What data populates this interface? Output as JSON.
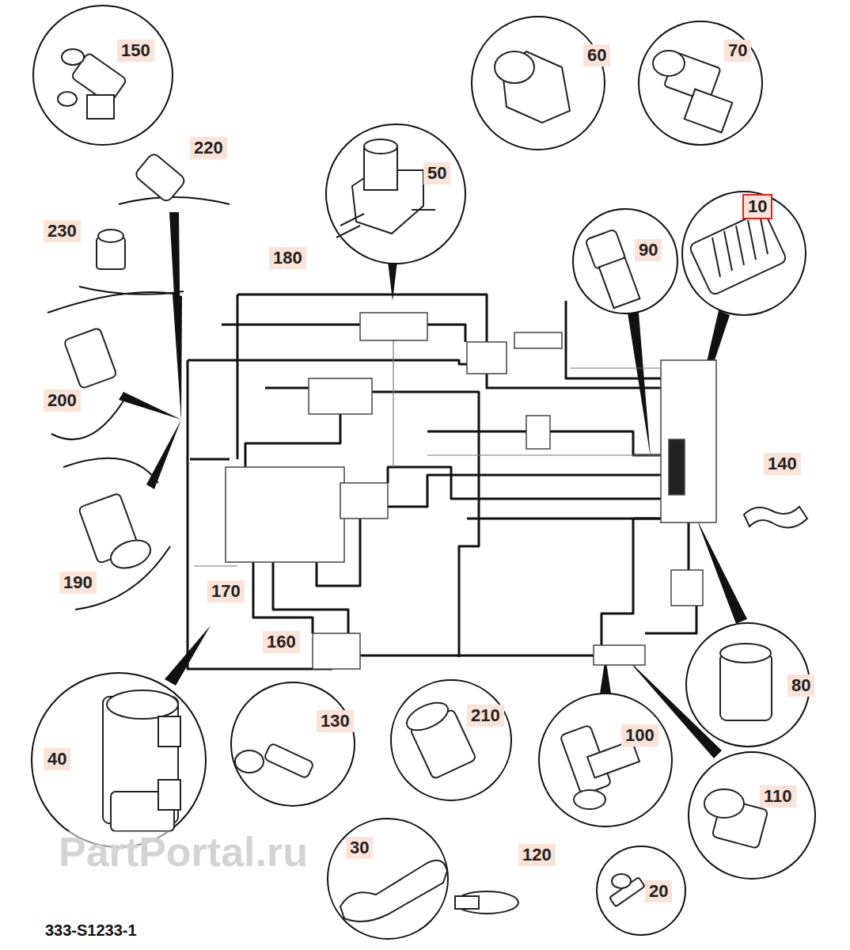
{
  "diagram": {
    "labels": [
      "150",
      "60",
      "70",
      "220",
      "50",
      "230",
      "180",
      "10",
      "90",
      "200",
      "140",
      "190",
      "170",
      "160",
      "80",
      "40",
      "130",
      "210",
      "100",
      "110",
      "30",
      "120",
      "20",
      "333-S1233-1",
      "PartPortal.ru"
    ]
  }
}
